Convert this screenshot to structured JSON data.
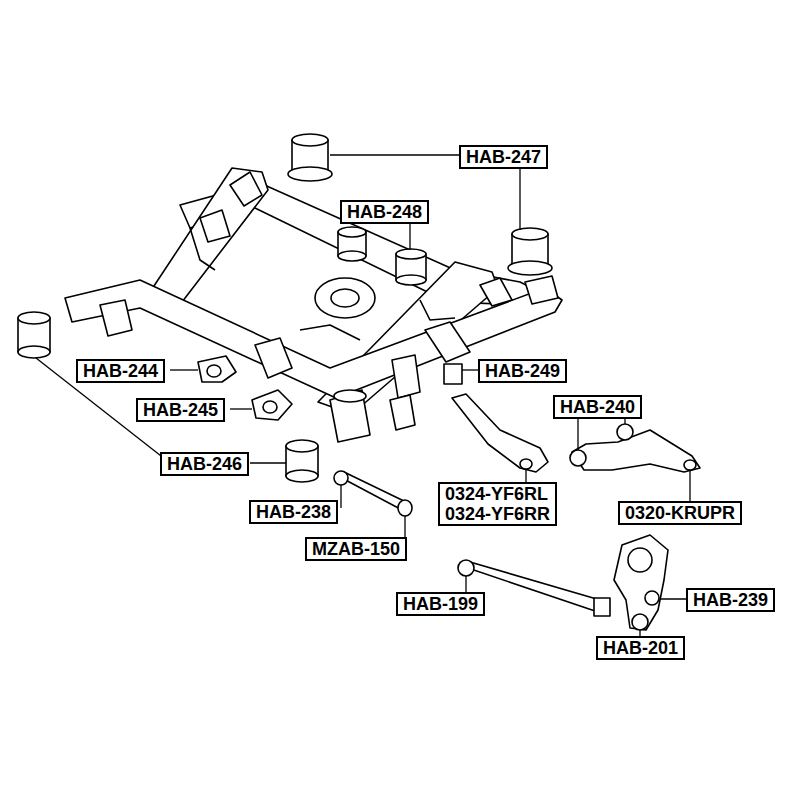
{
  "diagram": {
    "nodes": [
      {
        "text": [
          "HAB-247"
        ]
      },
      {
        "text": [
          "HAB-248"
        ]
      },
      {
        "text": [
          "HAB-249"
        ]
      },
      {
        "text": [
          "HAB-244"
        ]
      },
      {
        "text": [
          "HAB-245"
        ]
      },
      {
        "text": [
          "HAB-240"
        ]
      },
      {
        "text": [
          "HAB-246"
        ]
      },
      {
        "text": [
          "0324-YF6RL",
          "0324-YF6RR"
        ]
      },
      {
        "text": [
          "HAB-238"
        ]
      },
      {
        "text": [
          "0320-KRUPR"
        ]
      },
      {
        "text": [
          "MZAB-150"
        ]
      },
      {
        "text": [
          "HAB-199"
        ]
      },
      {
        "text": [
          "HAB-239"
        ]
      },
      {
        "text": [
          "HAB-201"
        ]
      }
    ]
  }
}
